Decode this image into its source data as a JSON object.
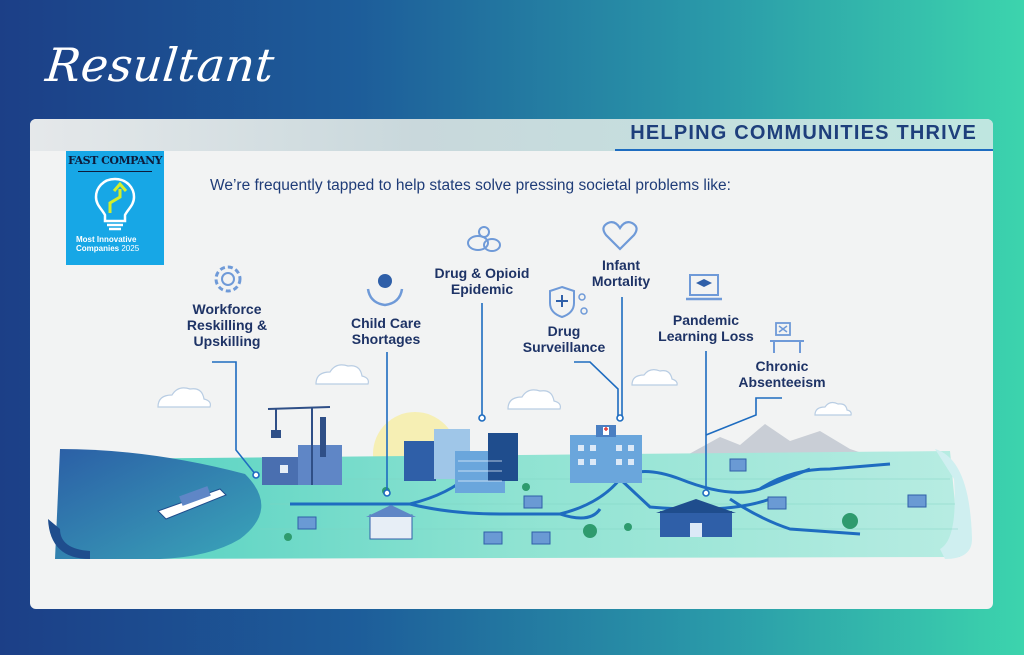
{
  "brand": {
    "logo_text": "Resultant"
  },
  "header": {
    "title": "HELPING COMMUNITIES THRIVE"
  },
  "badge": {
    "brand": "FAST COMPANY",
    "line1": "Most Innovative",
    "line2": "Companies",
    "year": "2025"
  },
  "intro": "We’re frequently tapped to help states solve pressing societal problems like:",
  "topics": [
    {
      "line1": "Workforce",
      "line2": "Reskilling &",
      "line3": "Upskilling",
      "icon": "gear-icon"
    },
    {
      "line1": "Child Care",
      "line2": "Shortages",
      "icon": "child-in-hands-icon"
    },
    {
      "line1": "Drug & Opioid",
      "line2": "Epidemic",
      "icon": "pills-icon"
    },
    {
      "line1": "Drug",
      "line2": "Surveillance",
      "icon": "shield-network-icon"
    },
    {
      "line1": "Infant",
      "line2": "Mortality",
      "icon": "heart-icon"
    },
    {
      "line1": "Pandemic",
      "line2": "Learning Loss",
      "icon": "laptop-graduation-icon"
    },
    {
      "line1": "Chronic",
      "line2": "Absenteeism",
      "icon": "empty-desk-icon"
    }
  ],
  "colors": {
    "navy": "#1e3366",
    "accent_blue": "#1e6cc0",
    "gradient_start": "#1c3f87",
    "gradient_end": "#3cd4ad",
    "badge_blue": "#17a7e6"
  }
}
